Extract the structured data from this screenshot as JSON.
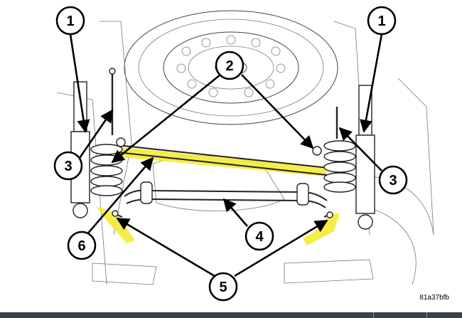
{
  "figure": {
    "callouts": [
      {
        "id": "c1a",
        "label": "1"
      },
      {
        "id": "c1b",
        "label": "1"
      },
      {
        "id": "c2",
        "label": "2"
      },
      {
        "id": "c3a",
        "label": "3"
      },
      {
        "id": "c3b",
        "label": "3"
      },
      {
        "id": "c4",
        "label": "4"
      },
      {
        "id": "c5",
        "label": "5"
      },
      {
        "id": "c6",
        "label": "6"
      }
    ],
    "reference_code": "81a37bfb",
    "colors": {
      "highlight": "#f2ea2a",
      "line": "#000000",
      "sketch": "#444444",
      "footer_bar": "#3b4046"
    }
  }
}
